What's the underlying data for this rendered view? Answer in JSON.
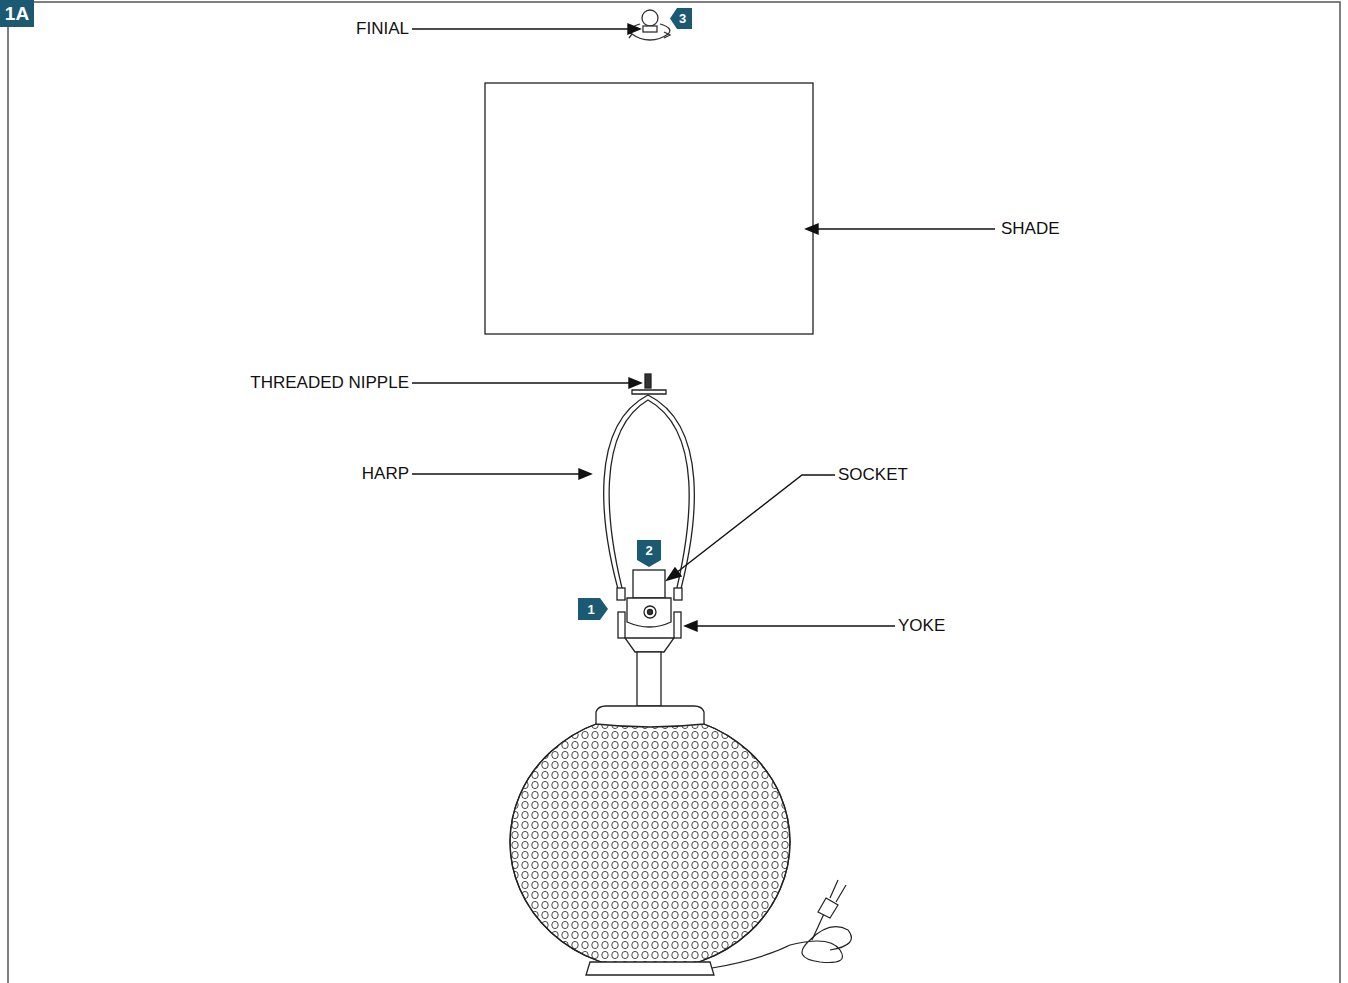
{
  "diagram": {
    "nodes": [
      {
        "text": [
          "1A"
        ]
      },
      {
        "text": [
          "3"
        ]
      },
      {
        "text": [
          "2"
        ]
      },
      {
        "text": [
          "1"
        ]
      }
    ],
    "labels": [
      "FINIAL",
      "SHADE",
      "THREADED NIPPLE",
      "HARP",
      "SOCKET",
      "YOKE"
    ]
  }
}
